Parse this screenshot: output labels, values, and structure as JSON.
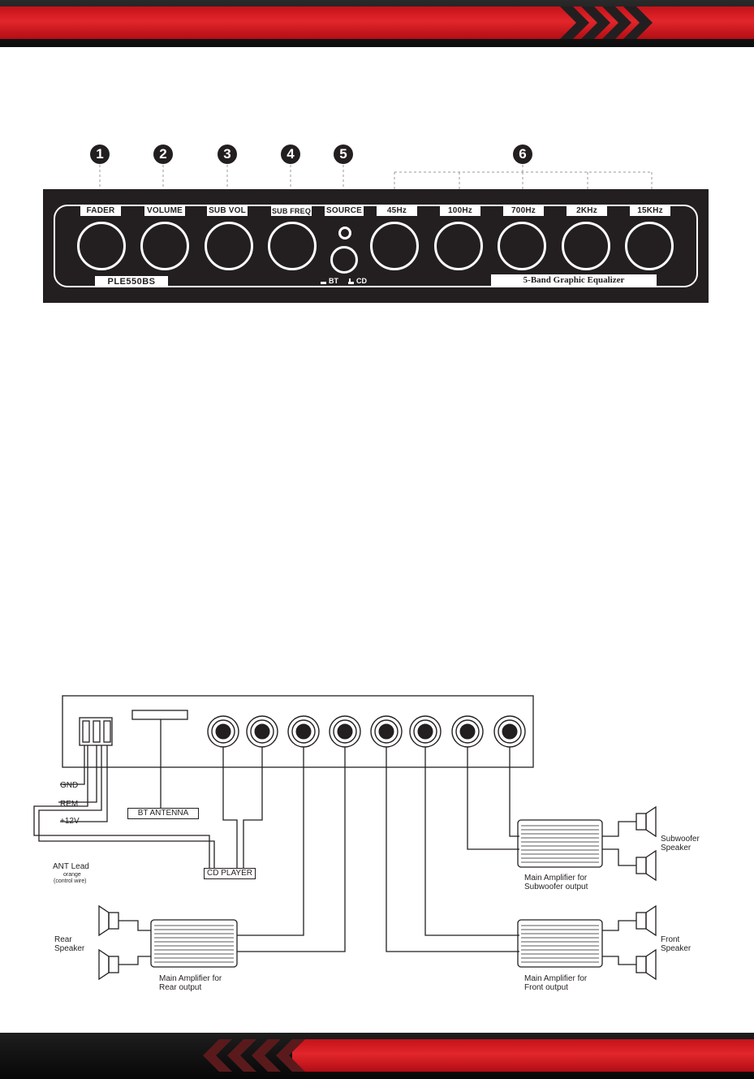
{
  "panel": {
    "markers": [
      "1",
      "2",
      "3",
      "4",
      "5",
      "6"
    ],
    "labels": {
      "fader": "FADER",
      "volume": "VOLUME",
      "sub_vol": "SUB VOL",
      "sub_freq": "SUB FREQ",
      "source": "SOURCE",
      "band_45hz": "45Hz",
      "band_100hz": "100Hz",
      "band_700hz": "700Hz",
      "band_2khz": "2KHz",
      "band_15khz": "15KHz"
    },
    "model": "PLE550BS",
    "eq_name": "5-Band Graphic Equalizer",
    "switch_bt": "BT",
    "switch_cd": "CD"
  },
  "wiring": {
    "gnd": "GND",
    "rem": "REM",
    "plus12v": "+12V",
    "ant_lead": "ANT Lead",
    "ant_orange": "orange",
    "ant_control": "(control wire)",
    "bt_antenna": "BT ANTENNA",
    "cd_player": "CD PLAYER",
    "rear_speaker_1": "Rear",
    "rear_speaker_2": "Speaker",
    "rear_amp_1": "Main Amplifier for",
    "rear_amp_2": "Rear output",
    "front_amp_1": "Main Amplifier for",
    "front_amp_2": "Front output",
    "sub_amp_1": "Main Amplifier for",
    "sub_amp_2": "Subwoofer output",
    "front_speaker_1": "Front",
    "front_speaker_2": "Speaker",
    "sub_speaker_1": "Subwoofer",
    "sub_speaker_2": "Speaker"
  }
}
